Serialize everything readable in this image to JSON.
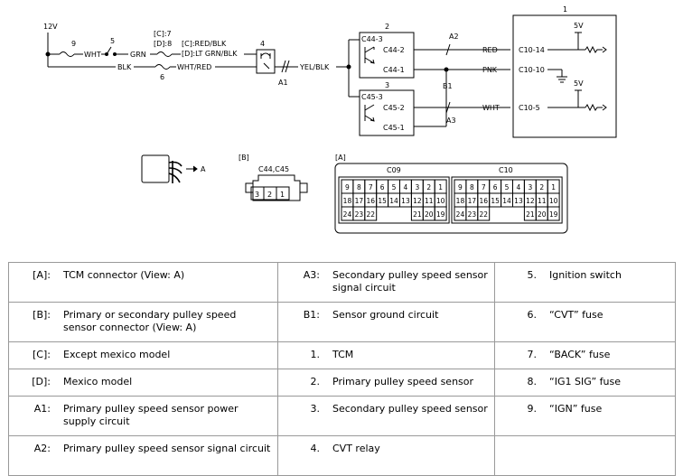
{
  "schematic": {
    "labels": {
      "v12": "12V",
      "fuse9": "9",
      "fuse5": "5",
      "fuse6": "6",
      "cd_fuse7": "[C]:7",
      "cd_fuse8": "[D]:8",
      "wht1": "WHT",
      "grn": "GRN",
      "blk": "BLK",
      "whtred": "WHT/RED",
      "c_redblk": "[C]:RED/BLK",
      "d_ltgrnblk": "[D]:LT GRN/BLK",
      "relay4": "4",
      "a1": "A1",
      "yelblk": "YEL/BLK",
      "sensor2": "2",
      "c44_3": "C44-3",
      "c44_2": "C44-2",
      "c44_1": "C44-1",
      "sensor3": "3",
      "c45_3": "C45-3",
      "c45_2": "C45-2",
      "c45_1": "C45-1",
      "a2": "A2",
      "b1": "B1",
      "a3": "A3",
      "red": "RED",
      "pnk": "PNK",
      "wht2": "WHT",
      "c10_14": "C10-14",
      "c10_10": "C10-10",
      "c10_5": "C10-5",
      "tcm1": "1",
      "v5a": "5V",
      "v5b": "5V"
    },
    "view_a": {
      "arrow": "A"
    },
    "view_b": {
      "tag": "[B]",
      "title": "C44,C45",
      "pins": [
        "3",
        "2",
        "1"
      ]
    },
    "view_tcm": {
      "tag": "[A]",
      "c09": "C09",
      "c10": "C10",
      "row1": [
        "9",
        "8",
        "7",
        "6",
        "5",
        "4",
        "3",
        "2",
        "1"
      ],
      "row2": [
        "18",
        "17",
        "16",
        "15",
        "14",
        "13",
        "12",
        "11",
        "10"
      ],
      "row3_left": [
        "24",
        "23",
        "22"
      ],
      "row3_right": [
        "21",
        "20",
        "19"
      ]
    }
  },
  "legend": {
    "rows": [
      [
        {
          "key": "[A]:",
          "text": "TCM connector (View: A)"
        },
        {
          "key": "A3:",
          "text": "Secondary pulley speed sensor signal circuit"
        },
        {
          "key": "5.",
          "text": "Ignition switch"
        }
      ],
      [
        {
          "key": "[B]:",
          "text": "Primary or secondary pulley speed sensor connector (View: A)"
        },
        {
          "key": "B1:",
          "text": "Sensor ground circuit"
        },
        {
          "key": "6.",
          "text": "“CVT” fuse"
        }
      ],
      [
        {
          "key": "[C]:",
          "text": "Except mexico model"
        },
        {
          "key": "1.",
          "text": "TCM"
        },
        {
          "key": "7.",
          "text": "“BACK” fuse"
        }
      ],
      [
        {
          "key": "[D]:",
          "text": "Mexico model"
        },
        {
          "key": "2.",
          "text": "Primary pulley speed sensor"
        },
        {
          "key": "8.",
          "text": "“IG1 SIG” fuse"
        }
      ],
      [
        {
          "key": "A1:",
          "text": "Primary pulley speed sensor power supply circuit"
        },
        {
          "key": "3.",
          "text": "Secondary pulley speed sensor"
        },
        {
          "key": "9.",
          "text": "“IGN” fuse"
        }
      ],
      [
        {
          "key": "A2:",
          "text": "Primary pulley speed sensor signal circuit"
        },
        {
          "key": "4.",
          "text": "CVT relay"
        },
        {
          "key": "",
          "text": ""
        }
      ]
    ]
  }
}
